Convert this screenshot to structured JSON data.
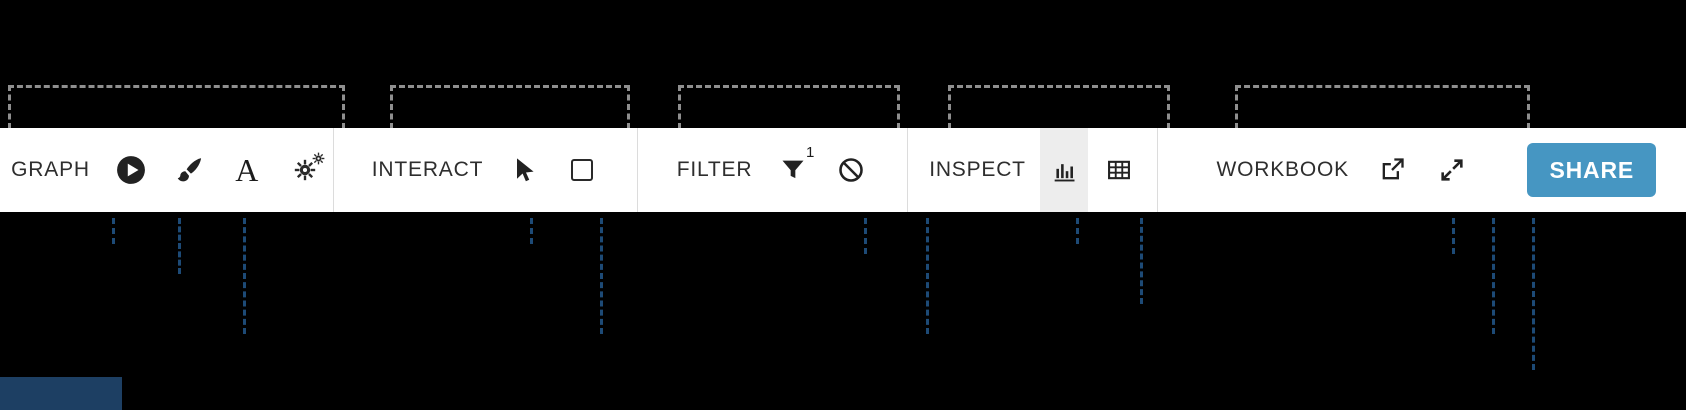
{
  "toolbar": {
    "groups": [
      {
        "label": "GRAPH",
        "icons": [
          {
            "name": "play-circle-icon"
          },
          {
            "name": "paintbrush-icon"
          },
          {
            "name": "text-format-icon",
            "glyph": "A"
          },
          {
            "name": "gears-icon"
          }
        ]
      },
      {
        "label": "INTERACT",
        "icons": [
          {
            "name": "cursor-icon"
          },
          {
            "name": "checkbox-icon"
          }
        ]
      },
      {
        "label": "FILTER",
        "badge": "1",
        "icons": [
          {
            "name": "funnel-icon"
          },
          {
            "name": "disabled-icon"
          }
        ]
      },
      {
        "label": "INSPECT",
        "icons": [
          {
            "name": "bar-chart-icon",
            "selected": true
          },
          {
            "name": "table-icon"
          }
        ]
      },
      {
        "label": "WORKBOOK",
        "icons": [
          {
            "name": "external-link-icon"
          },
          {
            "name": "expand-icon"
          }
        ]
      }
    ],
    "share": {
      "label": "SHARE",
      "color": "#4696c2"
    }
  },
  "colors": {
    "background": "#000000",
    "toolbar_bg": "#ffffff",
    "dashed_outline": "#8f8f8f",
    "guide_line": "#1d4a76",
    "selected_icon_bg": "#ededed"
  }
}
